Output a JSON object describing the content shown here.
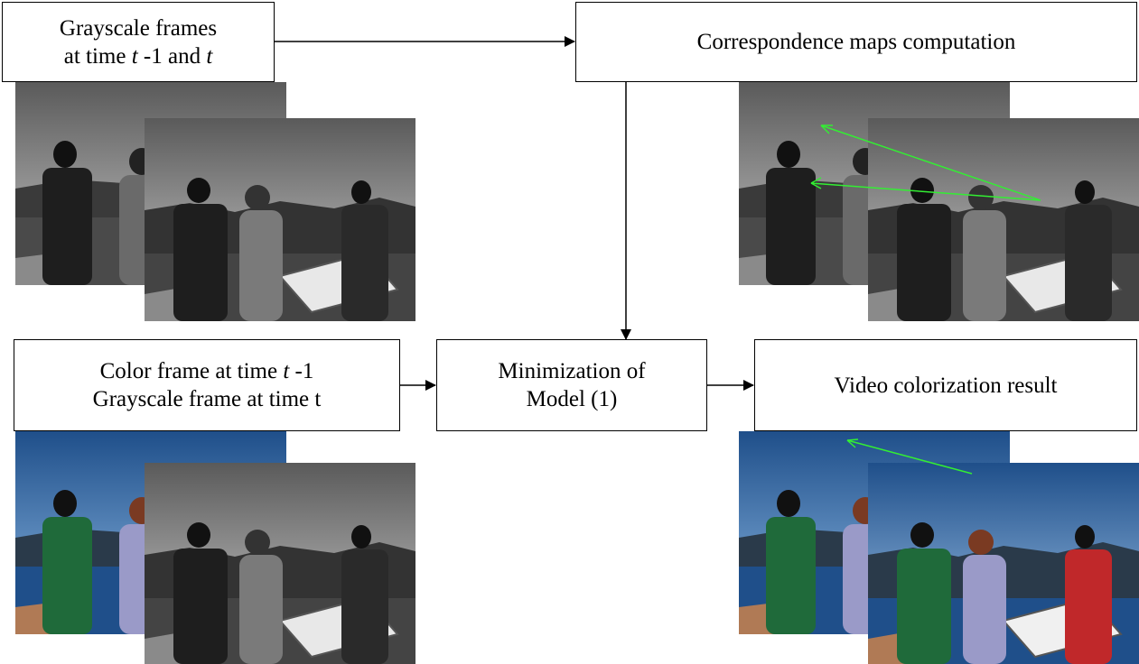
{
  "boxes": {
    "grayscale_frames": {
      "line1": "Grayscale frames",
      "line2_pre": "at time ",
      "t1": "t",
      "line2_mid": " -1 and ",
      "t2": "t"
    },
    "correspondence": {
      "label": "Correspondence maps computation"
    },
    "color_frame": {
      "line1_pre": "Color frame at time ",
      "t": "t",
      "line1_post": " -1",
      "line2": "Grayscale frame at time t"
    },
    "minimization": {
      "line1": "Minimization of",
      "line2": "Model (1)"
    },
    "result": {
      "label": "Video colorization result"
    }
  },
  "images": {
    "gray_pair": [
      "grayscale-frame-t-minus-1",
      "grayscale-frame-t"
    ],
    "corr_pair": [
      "grayscale-frame-t-minus-1-with-vectors",
      "grayscale-frame-t-with-vectors"
    ],
    "color_gray_pair": [
      "color-frame-t-minus-1",
      "grayscale-frame-t"
    ],
    "result_pair": [
      "color-frame-t-minus-1-with-vector",
      "colorized-frame-t"
    ]
  },
  "colors": {
    "vector_green": "#33ee33",
    "sky_blue": "#2f6fb5",
    "lake_blue": "#1f4f8a",
    "gray_sky": "#a8a8a8"
  }
}
